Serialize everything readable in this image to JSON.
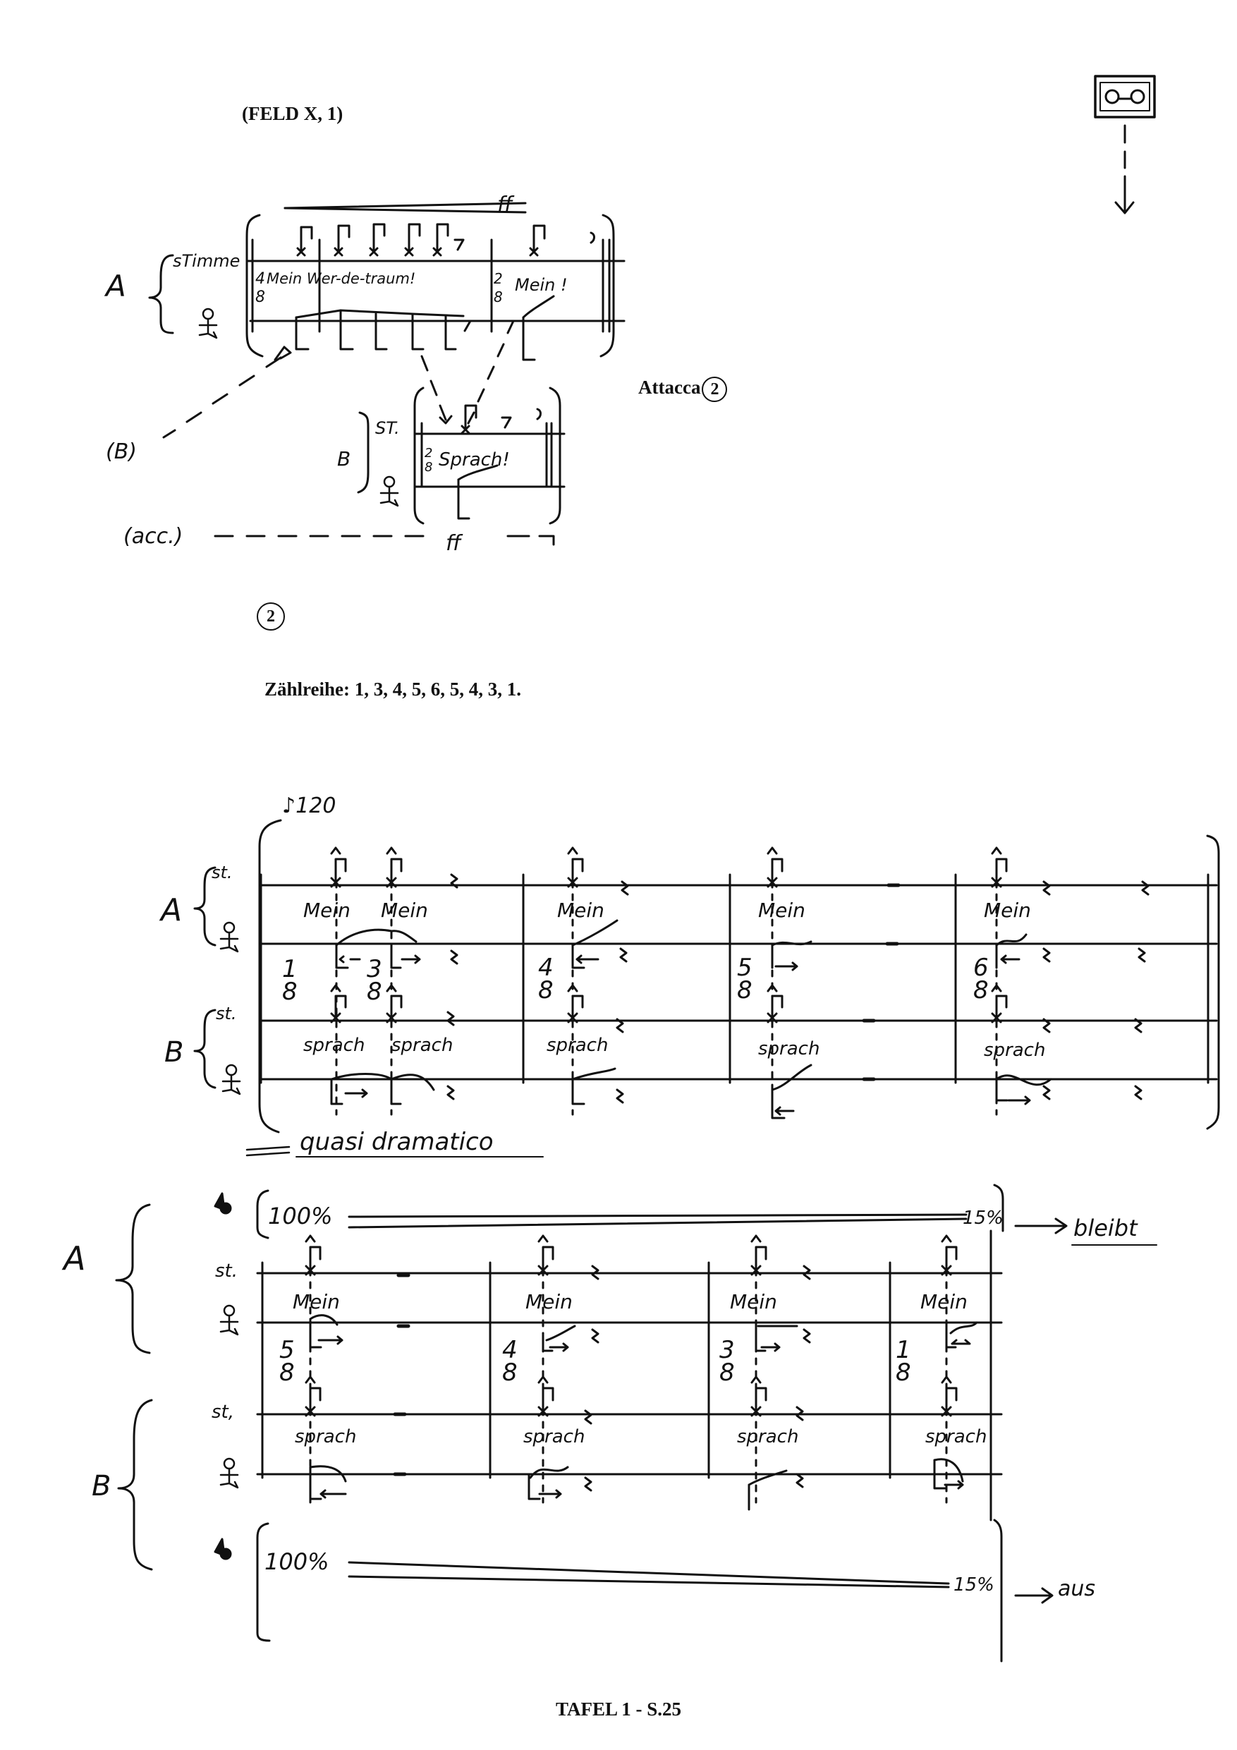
{
  "header": {
    "title": "(FELD X, 1)"
  },
  "attacca": {
    "text": "Attacca",
    "number": "2"
  },
  "section": {
    "number": "2",
    "counting_row": "Zählreihe: 1, 3, 4, 5, 6, 5, 4, 3, 1."
  },
  "footer": {
    "text": "TAFEL 1 -  S.25"
  },
  "icons": {
    "tape": "tape-cassette-icon",
    "arrow": "arrow-down-icon",
    "mic": "microphone-symbol-icon",
    "speaker": "speaker-icon"
  },
  "score1": {
    "group_a": "A",
    "group_b": "B",
    "voice_label": "sTimme",
    "b_cue": "(B)",
    "b_voice_label": "ST.",
    "acc_cue": "(acc.)",
    "dynamic": "ff",
    "dynamic_b": "ff",
    "words_a": "Mein Wer-de-traum!",
    "words_a2": "Mein !",
    "words_b": "Sprach!",
    "time_a1_num": "4",
    "time_a1_den": "8",
    "time_a2_num": "2",
    "time_a2_den": "8",
    "time_b_num": "2",
    "time_b_den": "8"
  },
  "score2": {
    "tempo": "♪120",
    "group_a": "A",
    "group_b": "B",
    "voice_a": "st.",
    "voice_b": "st.",
    "expression": "quasi dramatico",
    "measures": [
      {
        "num": "1",
        "den": "8",
        "word_a": "Mein",
        "word_b": "sprach"
      },
      {
        "num": "3",
        "den": "8",
        "word_a": "Mein",
        "word_b": "sprach"
      },
      {
        "num": "4",
        "den": "8",
        "word_a": "Mein",
        "word_b": "sprach"
      },
      {
        "num": "5",
        "den": "8",
        "word_a": "Mein",
        "word_b": "sprach"
      },
      {
        "num": "6",
        "den": "8",
        "word_a": "Mein",
        "word_b": "sprach"
      }
    ]
  },
  "score3": {
    "group_a": "A",
    "group_b": "B",
    "voice_a": "st.",
    "voice_b": "st,",
    "top_start": "100%",
    "top_end": "15%",
    "top_after": "bleibt",
    "bottom_start": "100%",
    "bottom_end": "15%",
    "bottom_after": "aus",
    "measures": [
      {
        "num": "5",
        "den": "8",
        "word_a": "Mein",
        "word_b": "sprach"
      },
      {
        "num": "4",
        "den": "8",
        "word_a": "Mein",
        "word_b": "sprach"
      },
      {
        "num": "3",
        "den": "8",
        "word_a": "Mein",
        "word_b": "sprach"
      },
      {
        "num": "1",
        "den": "8",
        "word_a": "Mein",
        "word_b": "sprach"
      }
    ]
  }
}
